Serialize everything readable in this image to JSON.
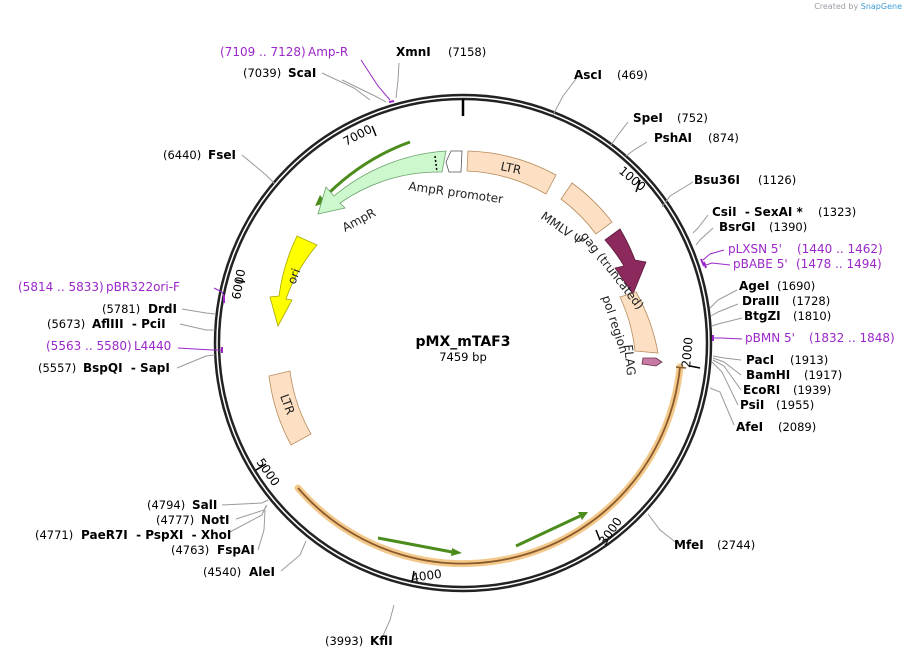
{
  "credit": {
    "prefix": "Created by",
    "brand": "SnapGene"
  },
  "plasmid": {
    "name": "pMX_mTAF3",
    "length_label": "7459 bp",
    "length": 7459
  },
  "ticks": [
    {
      "pos": 1000,
      "label": "1000"
    },
    {
      "pos": 2000,
      "label": "2000"
    },
    {
      "pos": 3000,
      "label": "3000"
    },
    {
      "pos": 4000,
      "label": "4000"
    },
    {
      "pos": 5000,
      "label": "5000"
    },
    {
      "pos": 6000,
      "label": "6000"
    },
    {
      "pos": 7000,
      "label": "7000"
    }
  ],
  "sites": [
    {
      "name": "XmnI",
      "pos_label": "(7158)",
      "pos": 7158
    },
    {
      "name": "AscI",
      "pos_label": "(469)",
      "pos": 469
    },
    {
      "name": "SpeI",
      "pos_label": "(752)",
      "pos": 752
    },
    {
      "name": "PshAI",
      "pos_label": "(874)",
      "pos": 874
    },
    {
      "name": "Bsu36I",
      "pos_label": "(1126)",
      "pos": 1126
    },
    {
      "name": "CsiI  - SexAI *",
      "pos_label": "(1323)",
      "pos": 1323
    },
    {
      "name": "BsrGI",
      "pos_label": "(1390)",
      "pos": 1390
    },
    {
      "name": "AgeI",
      "pos_label": "(1690)",
      "pos": 1690
    },
    {
      "name": "DraIII",
      "pos_label": "(1728)",
      "pos": 1728
    },
    {
      "name": "BtgZI",
      "pos_label": "(1810)",
      "pos": 1810
    },
    {
      "name": "PacI",
      "pos_label": "(1913)",
      "pos": 1913
    },
    {
      "name": "BamHI",
      "pos_label": "(1917)",
      "pos": 1917
    },
    {
      "name": "EcoRI",
      "pos_label": "(1939)",
      "pos": 1939
    },
    {
      "name": "PsiI",
      "pos_label": "(1955)",
      "pos": 1955
    },
    {
      "name": "AfeI",
      "pos_label": "(2089)",
      "pos": 2089
    },
    {
      "name": "MfeI",
      "pos_label": "(2744)",
      "pos": 2744
    },
    {
      "name": "KflI",
      "pos_label": "(3993)",
      "pos": 3993
    },
    {
      "name": "AleI",
      "pos_label": "(4540)",
      "pos": 4540
    },
    {
      "name": "FspAI",
      "pos_label": "(4763)",
      "pos": 4763
    },
    {
      "name": "PaeR7I  - PspXI  - XhoI",
      "pos_label": "(4771)",
      "pos": 4771
    },
    {
      "name": "NotI",
      "pos_label": "(4777)",
      "pos": 4777
    },
    {
      "name": "SalI",
      "pos_label": "(4794)",
      "pos": 4794
    },
    {
      "name": "BspQI  - SapI",
      "pos_label": "(5557)",
      "pos": 5557
    },
    {
      "name": "AflIII  - PciI",
      "pos_label": "(5673)",
      "pos": 5673
    },
    {
      "name": "DrdI",
      "pos_label": "(5781)",
      "pos": 5781
    },
    {
      "name": "FseI",
      "pos_label": "(6440)",
      "pos": 6440
    },
    {
      "name": "ScaI",
      "pos_label": "(7039)",
      "pos": 7039
    }
  ],
  "primers": [
    {
      "name": "Amp-R",
      "range_label": "(7109 .. 7128)"
    },
    {
      "name": "pLXSN 5'",
      "range_label": "(1440 .. 1462)"
    },
    {
      "name": "pBABE 5'",
      "range_label": "(1478 .. 1494)"
    },
    {
      "name": "pBMN 5'",
      "range_label": "(1832 .. 1848)"
    },
    {
      "name": "pBR322ori-F",
      "range_label": "(5814 .. 5833)"
    },
    {
      "name": "L4440",
      "range_label": "(5563 .. 5580)"
    }
  ],
  "features": [
    {
      "name": "LTR",
      "color": "#fde0c3"
    },
    {
      "name": "MMLV Ψ",
      "color": "#fde0c3"
    },
    {
      "name": "gag (truncated)",
      "color": "#8c2a5d"
    },
    {
      "name": "pol region",
      "color": "#fde0c3"
    },
    {
      "name": "FLAG",
      "color": "#c77aa3"
    },
    {
      "name": "AmpR promoter",
      "color": "#ffffff"
    },
    {
      "name": "AmpR",
      "color": "#cdf7cd"
    },
    {
      "name": "ori",
      "color": "#ffff00"
    },
    {
      "name": "LTR",
      "color": "#fde0c3"
    }
  ],
  "colors": {
    "primer": "#9b27c9",
    "orf_line": "#4c8c1c",
    "insert_halo": "#f3c98b"
  }
}
